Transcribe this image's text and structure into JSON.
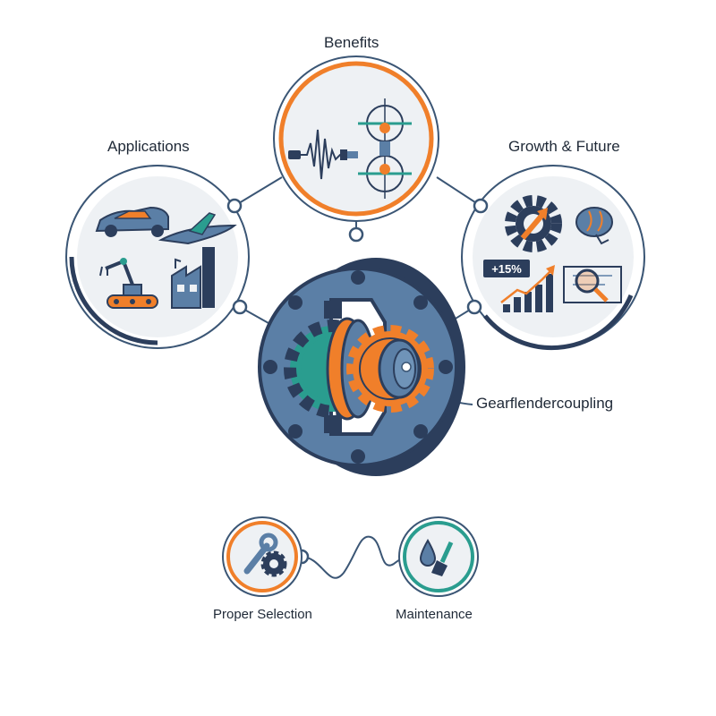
{
  "labels": {
    "benefits": "Benefits",
    "applications": "Applications",
    "growth": "Growth & Future",
    "coupling": "Gearflendercoupling",
    "selection": "Proper Selection",
    "maintenance": "Maintenance",
    "growth_badge": "+15%"
  },
  "colors": {
    "navy": "#2c3e5c",
    "steel": "#5b7fa6",
    "orange": "#f07f2a",
    "teal": "#2a9d8f",
    "light": "#eef1f4",
    "line": "#3b5675"
  },
  "icons": [
    "car-icon",
    "airplane-icon",
    "robot-arm-icon",
    "factory-icon",
    "vibration-wave-icon",
    "alignment-icon",
    "gear-arrow-icon",
    "brain-icon",
    "growth-chart-icon",
    "blueprint-magnifier-icon",
    "wrench-gear-icon",
    "oil-drop-brush-icon"
  ]
}
